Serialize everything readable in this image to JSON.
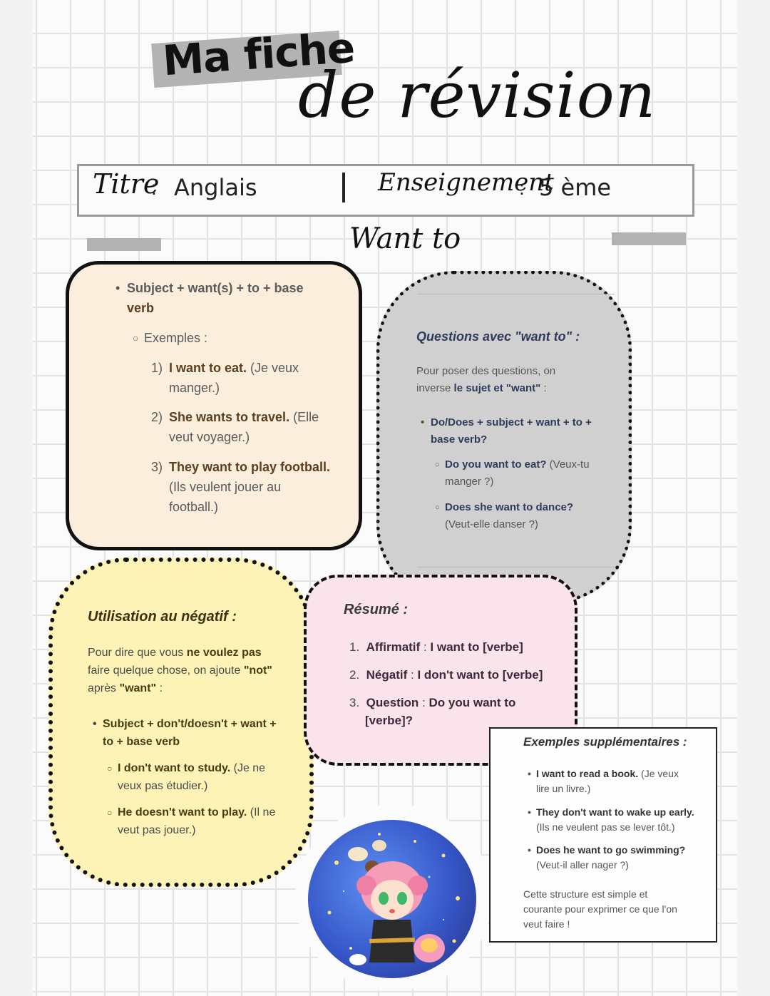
{
  "title": {
    "line1": "Ma fiche",
    "line2": "de révision"
  },
  "header": {
    "titre_label": "Titre",
    "titre_value": "Anglais",
    "enseignement_label": "Enseignement",
    "enseignement_value": "5 ème",
    "colon": ":"
  },
  "subtitle": "Want to",
  "box_structure": {
    "rule": "Subject + want(s) + to + base verb",
    "rule_l1": "Subject + want(s) + to + base",
    "rule_l2": "verb",
    "examples_label": "Exemples :",
    "examples": [
      {
        "num": "1)",
        "en": "I want to eat.",
        "fr_a": "(Je veux",
        "fr_b": "manger.)"
      },
      {
        "num": "2)",
        "en": "She wants to travel.",
        "fr_a": "(Elle",
        "fr_b": "veut voyager.)"
      },
      {
        "num": "3)",
        "en": "They want to play football.",
        "fr_a": "(Ils veulent jouer au",
        "fr_b": "football.)"
      }
    ]
  },
  "box_questions": {
    "heading": "Questions avec \"want to\" :",
    "intro_a": "Pour poser des questions, on",
    "intro_b": "inverse",
    "intro_bold": "le sujet et \"want\"",
    "intro_end": ":",
    "rule_l1": "Do/Does + subject + want + to +",
    "rule_l2": "base verb?",
    "examples": [
      {
        "en": "Do you want to eat?",
        "fr_a": "(Veux-tu",
        "fr_b": "manger ?)"
      },
      {
        "en": "Does she want to dance?",
        "fr_a": "",
        "fr_b": "(Veut-elle danser ?)"
      }
    ]
  },
  "box_negative": {
    "heading": "Utilisation au négatif :",
    "intro_a": "Pour dire que vous",
    "intro_bold1": "ne voulez pas",
    "intro_b": "faire quelque chose, on ajoute",
    "intro_bold2": "\"not\"",
    "intro_c": "après",
    "intro_bold3": "\"want\"",
    "intro_end": ":",
    "rule_l1": "Subject + don't/doesn't + want +",
    "rule_l2": "to + base verb",
    "examples": [
      {
        "en": "I don't want to study.",
        "fr_a": "(Je ne",
        "fr_b": "veux pas étudier.)"
      },
      {
        "en": "He doesn't want to play.",
        "fr_a": "(Il ne",
        "fr_b": "veut pas jouer.)"
      }
    ]
  },
  "box_summary": {
    "heading": "Résumé :",
    "items": [
      {
        "num": "1.",
        "label": "Affirmatif",
        "sep": ":",
        "value": "I want to [verbe]"
      },
      {
        "num": "2.",
        "label": "Négatif",
        "sep": ":",
        "value": "I don't want to [verbe]"
      },
      {
        "num": "3.",
        "label": "Question",
        "sep": ":",
        "value": "Do you want to",
        "value2": "[verbe]?"
      }
    ]
  },
  "box_more": {
    "heading": "Exemples supplémentaires :",
    "items": [
      {
        "en": "I want to read a book.",
        "fr_a": "(Je veux",
        "fr_b": "lire un livre.)"
      },
      {
        "en": "They don't want to wake up early.",
        "fr_a": "",
        "fr_b": "(Ils ne veulent pas se lever tôt.)"
      },
      {
        "en": "Does he want to go swimming?",
        "fr_a": "",
        "fr_b": "(Veut-il aller nager ?)"
      }
    ],
    "outro_l1": "Cette structure est simple et",
    "outro_l2": "courante pour exprimer ce que l'on",
    "outro_l3": "veut faire !"
  }
}
